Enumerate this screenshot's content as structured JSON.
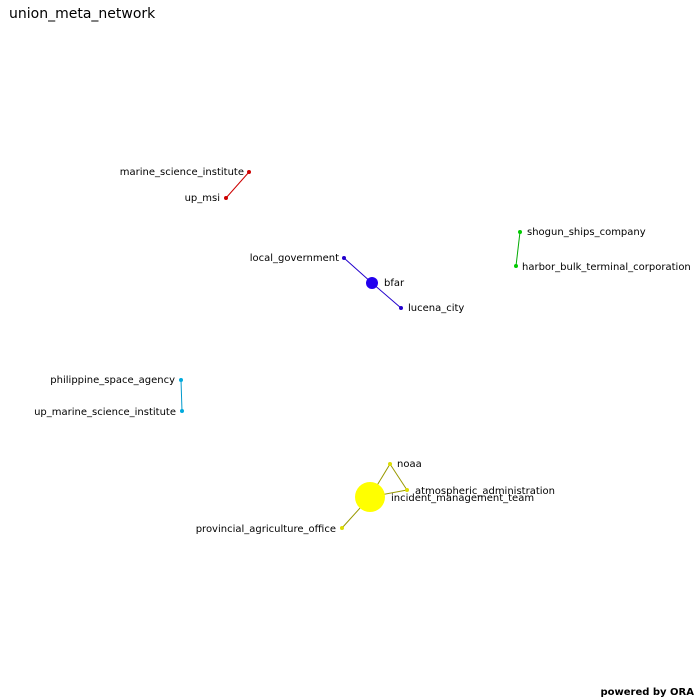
{
  "title": "union_meta_network",
  "footer": "powered by ORA",
  "nodes": [
    {
      "id": "marine_science_institute",
      "label": "marine_science_institute",
      "color": "#cc0000"
    },
    {
      "id": "up_msi",
      "label": "up_msi",
      "color": "#cc0000"
    },
    {
      "id": "shogun_ships_company",
      "label": "shogun_ships_company",
      "color": "#00cc00"
    },
    {
      "id": "harbor_bulk_terminal_corporation",
      "label": "harbor_bulk_terminal_corporation",
      "color": "#00cc00"
    },
    {
      "id": "local_government",
      "label": "local_government",
      "color": "#2200cc"
    },
    {
      "id": "bfar",
      "label": "bfar",
      "color": "#2200ee"
    },
    {
      "id": "lucena_city",
      "label": "lucena_city",
      "color": "#2200cc"
    },
    {
      "id": "philippine_space_agency",
      "label": "philippine_space_agency",
      "color": "#00aadd"
    },
    {
      "id": "up_marine_science_institute",
      "label": "up_marine_science_institute",
      "color": "#00aadd"
    },
    {
      "id": "noaa",
      "label": "noaa",
      "color": "#dddd00"
    },
    {
      "id": "atmospheric_administration",
      "label": "atmospheric_administration",
      "color": "#dddd00"
    },
    {
      "id": "incident_management_team",
      "label": "incident_management_team",
      "color": "#ffff00"
    },
    {
      "id": "provincial_agriculture_office",
      "label": "provincial_agriculture_office",
      "color": "#dddd00"
    }
  ],
  "edges": [
    {
      "source": "marine_science_institute",
      "target": "up_msi",
      "color": "#cc0000"
    },
    {
      "source": "shogun_ships_company",
      "target": "harbor_bulk_terminal_corporation",
      "color": "#00aa00"
    },
    {
      "source": "local_government",
      "target": "bfar",
      "color": "#2200cc"
    },
    {
      "source": "bfar",
      "target": "lucena_city",
      "color": "#2200cc"
    },
    {
      "source": "philippine_space_agency",
      "target": "up_marine_science_institute",
      "color": "#0099cc"
    },
    {
      "source": "noaa",
      "target": "atmospheric_administration",
      "color": "#999900"
    },
    {
      "source": "noaa",
      "target": "incident_management_team",
      "color": "#999900"
    },
    {
      "source": "incident_management_team",
      "target": "atmospheric_administration",
      "color": "#999900"
    },
    {
      "source": "incident_management_team",
      "target": "provincial_agriculture_office",
      "color": "#999900"
    }
  ]
}
